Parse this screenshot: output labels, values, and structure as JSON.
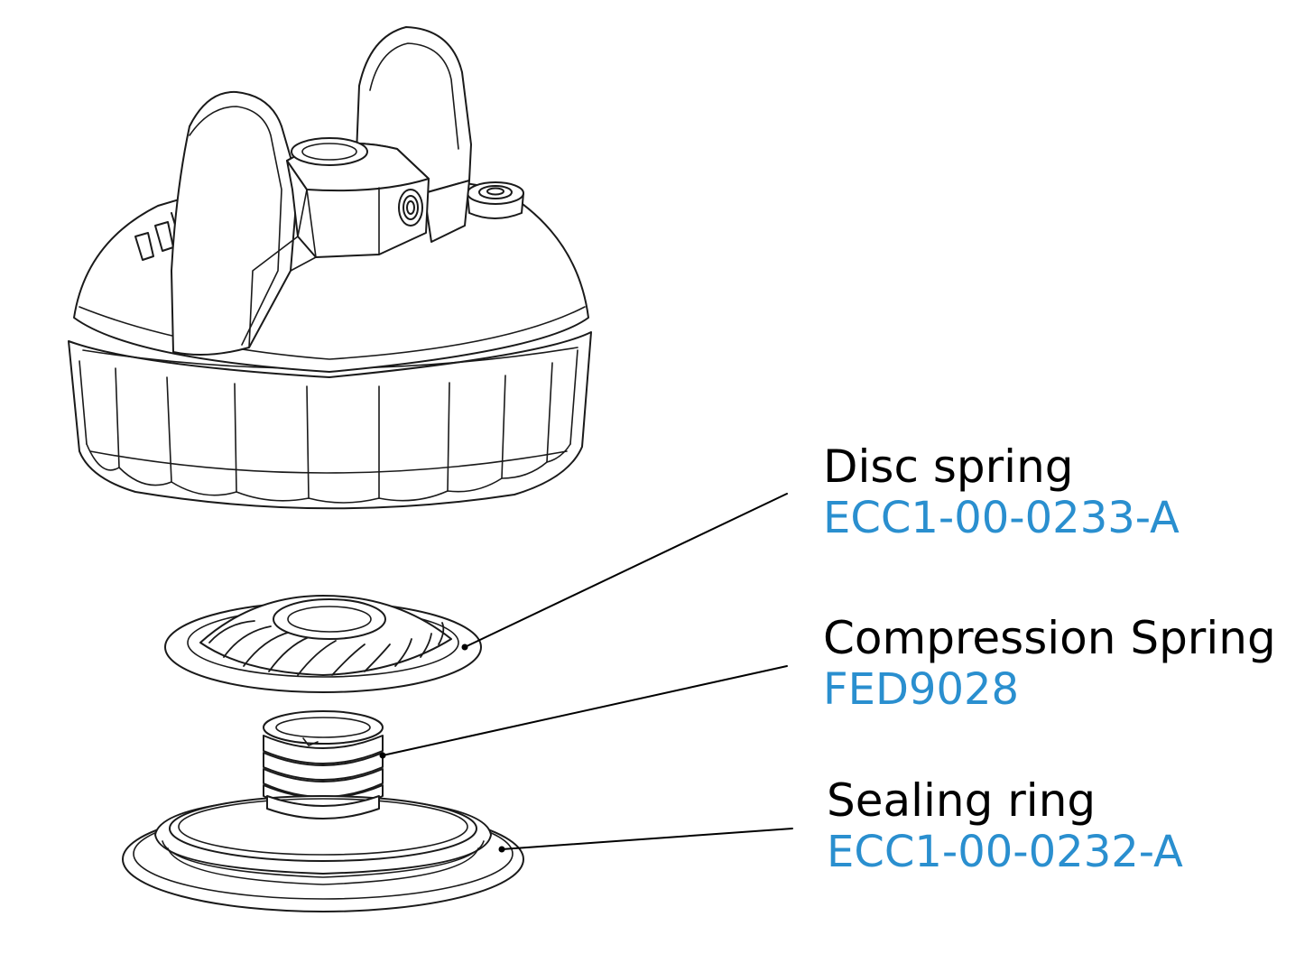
{
  "colors": {
    "line": "#1a1a1a",
    "part_code": "#2a8fcf",
    "background": "#ffffff"
  },
  "parts": [
    {
      "name": "Disc spring",
      "code": "ECC1-00-0233-A"
    },
    {
      "name": "Compression Spring",
      "code": "FED9028"
    },
    {
      "name": "Sealing ring",
      "code": "ECC1-00-0232-A"
    }
  ]
}
